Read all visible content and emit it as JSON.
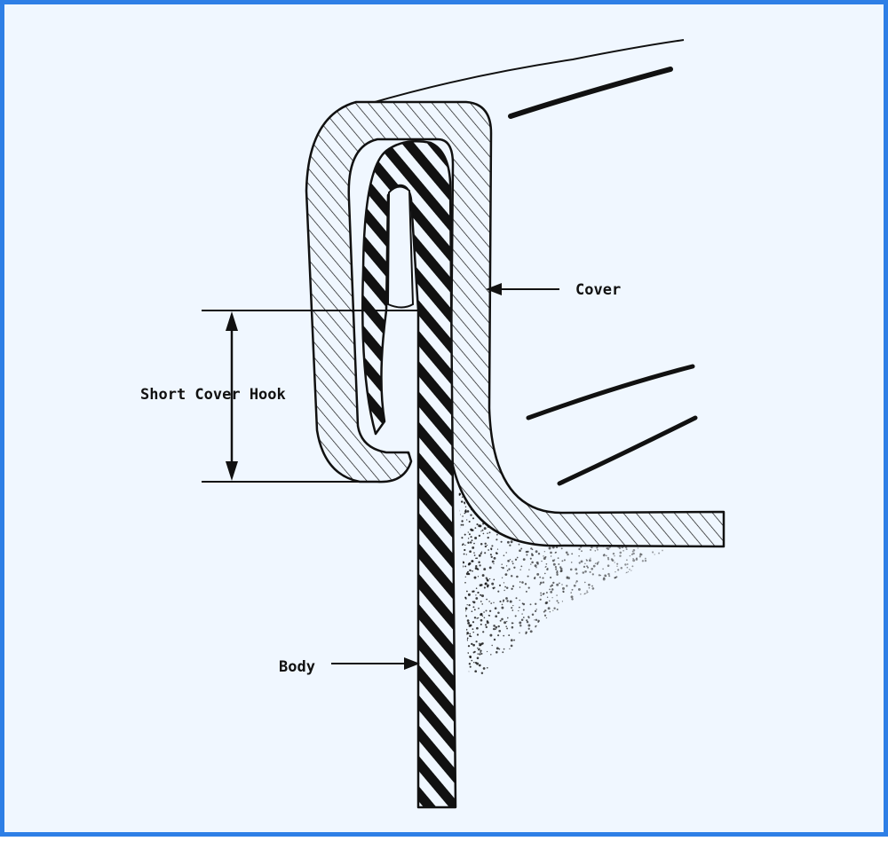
{
  "figure": {
    "labels": {
      "cover": "Cover",
      "short_cover_hook": "Short Cover Hook",
      "body": "Body"
    },
    "colors": {
      "frame_border": "#2e7fe6",
      "background": "#f0f7ff",
      "ink": "#111111"
    }
  }
}
